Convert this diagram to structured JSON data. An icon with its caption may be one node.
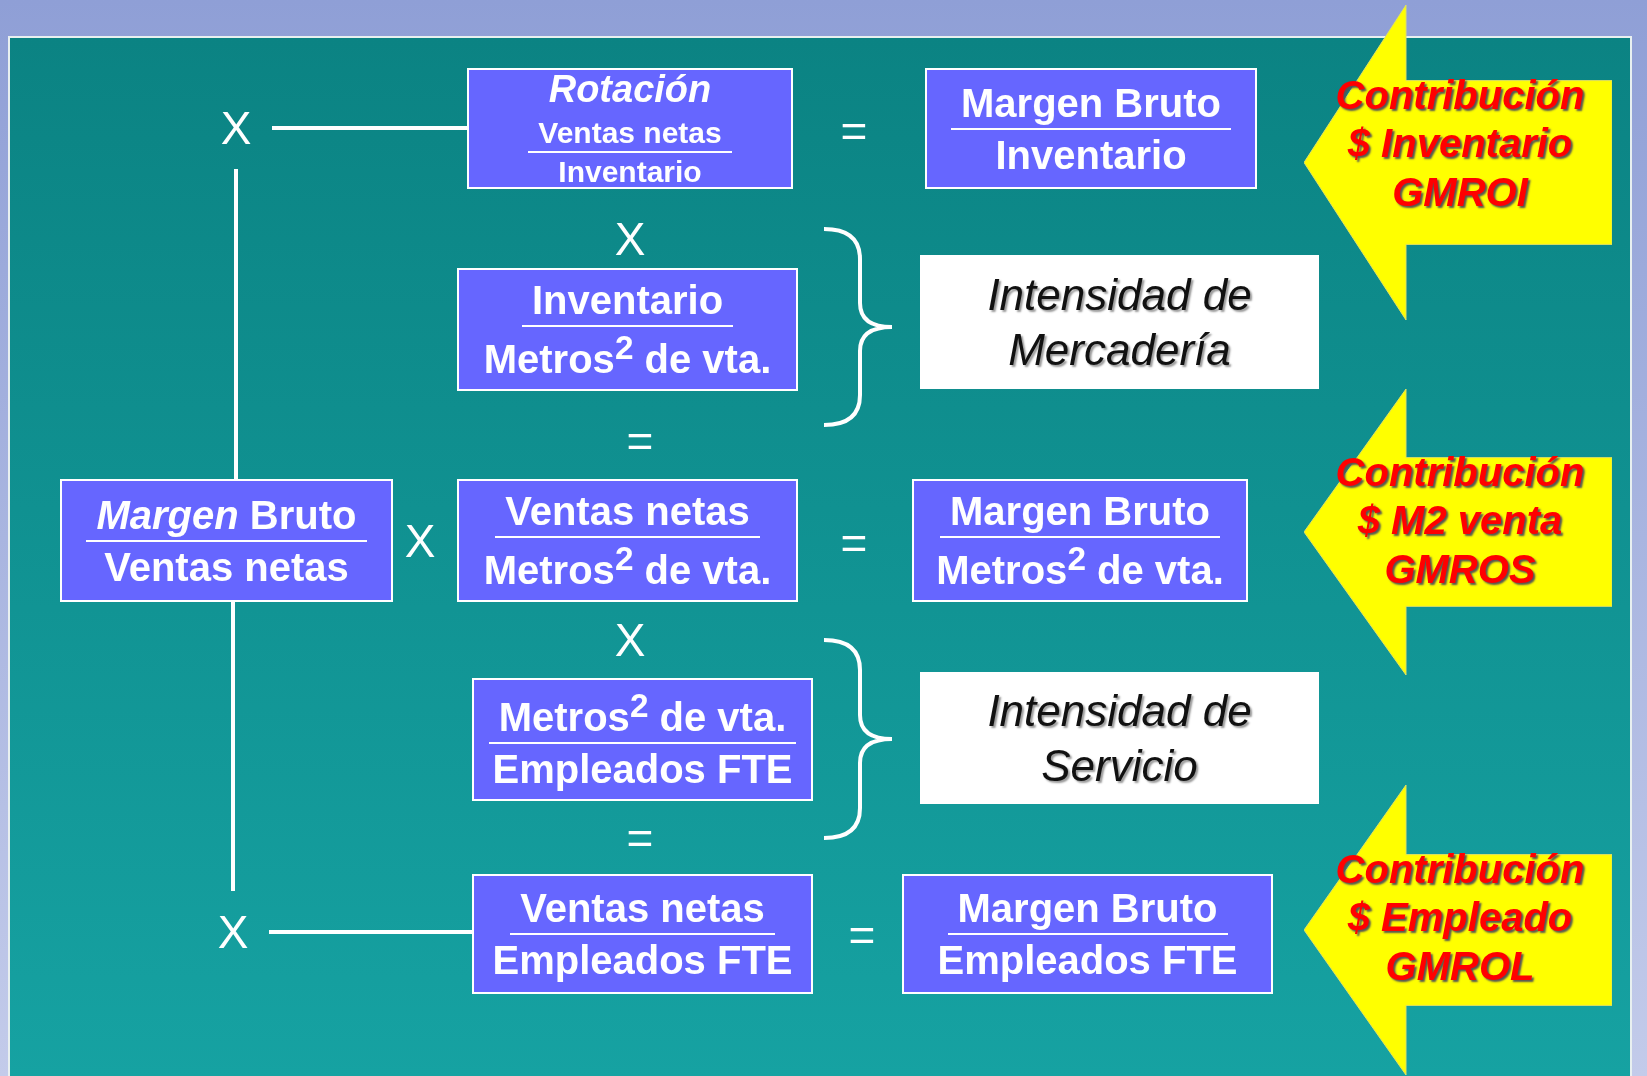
{
  "diagram": {
    "nodes": [
      {
        "text": [
          "Rotación",
          "Ventas netas",
          "Inventario"
        ]
      },
      {
        "text": [
          "Margen Bruto",
          "Inventario"
        ]
      },
      {
        "text": [
          "Contribución $ Inventario GMROI"
        ]
      },
      {
        "text": [
          "Inventario",
          "Metros$^{2}$ de vta."
        ]
      },
      {
        "text": [
          "Intensidad de Mercadería"
        ]
      },
      {
        "text": [
          "*Margen* Bruto",
          "Ventas netas"
        ]
      },
      {
        "text": [
          "Ventas netas",
          "Metros$^{2}$ de vta."
        ]
      },
      {
        "text": [
          "Margen Bruto",
          "Metros$^{2}$ de vta."
        ]
      },
      {
        "text": [
          "Contribución $ M2 venta GMROS"
        ]
      },
      {
        "text": [
          "Metros$^{2}$ de vta.",
          "Empleados FTE"
        ]
      },
      {
        "text": [
          "Intensidad de Servicio"
        ]
      },
      {
        "text": [
          "Ventas netas",
          "Empleados FTE"
        ]
      },
      {
        "text": [
          "Margen Bruto",
          "Empleados FTE"
        ]
      },
      {
        "text": [
          "Contribución $ Empleado GMROL"
        ]
      },
      {
        "text": [
          "X"
        ]
      },
      {
        "text": [
          "X"
        ]
      }
    ],
    "edges": [
      {
        "from": 14,
        "to": 0,
        "arrow": "none"
      },
      {
        "from": 14,
        "to": 5,
        "arrow": "none"
      },
      {
        "from": 5,
        "to": 15,
        "arrow": "none"
      },
      {
        "from": 15,
        "to": 11,
        "arrow": "none"
      }
    ],
    "labels": [
      "=",
      "X",
      "=",
      "X",
      "=",
      "X",
      "=",
      "="
    ]
  }
}
